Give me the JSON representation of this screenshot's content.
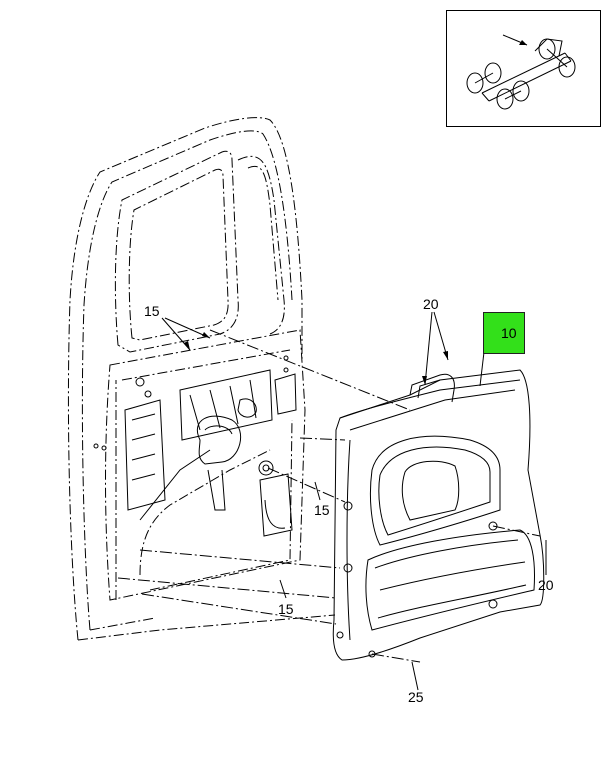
{
  "diagram": {
    "callouts": {
      "c15_top": "15",
      "c15_mid": "15",
      "c15_bottom": "15",
      "c20_top": "20",
      "c20_right": "20",
      "c10_highlight": "10",
      "c25": "25"
    },
    "colors": {
      "highlight": "#33e01a",
      "line": "#000000",
      "background": "#ffffff"
    }
  }
}
